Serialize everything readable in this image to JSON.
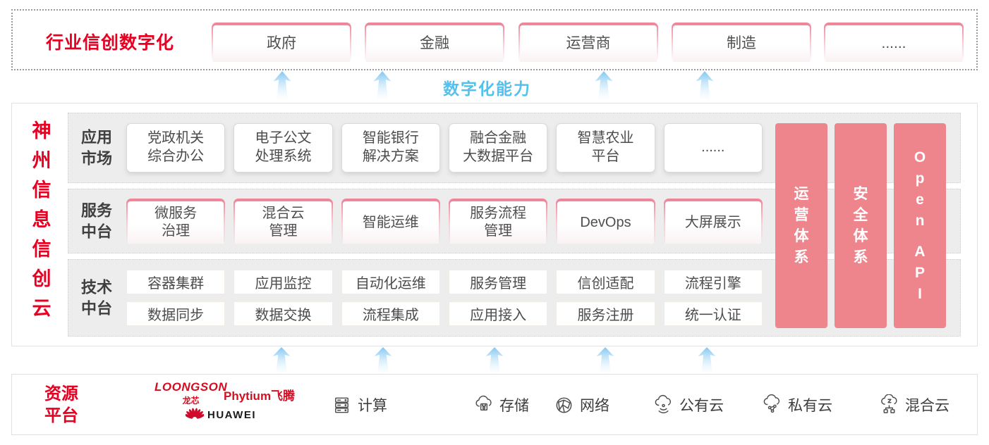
{
  "top_banner": {
    "label": "行业信创数字化",
    "industries": [
      "政府",
      "金融",
      "运营商",
      "制造",
      "......"
    ]
  },
  "capability_label": "数字化能力",
  "platform": {
    "title": "神州信息信创云",
    "rows": [
      {
        "label": "应用\n市场",
        "style": "shadow",
        "items": [
          "党政机关\n综合办公",
          "电子公文\n处理系统",
          "智能银行\n解决方案",
          "融合金融\n大数据平台",
          "智慧农业\n平台",
          "......"
        ]
      },
      {
        "label": "服务\n中台",
        "style": "pinktop",
        "items": [
          "微服务\n治理",
          "混合云\n管理",
          "智能运维",
          "服务流程\n管理",
          "DevOps",
          "大屏展示"
        ]
      },
      {
        "label": "技术\n中台",
        "style": "plain",
        "item_rows": [
          [
            "容器集群",
            "应用监控",
            "自动化运维",
            "服务管理",
            "信创适配",
            "流程引擎"
          ],
          [
            "数据同步",
            "数据交换",
            "流程集成",
            "应用接入",
            "服务注册",
            "统一认证"
          ]
        ]
      }
    ],
    "pillars": [
      "运营体系",
      "安全体系",
      "Open API"
    ]
  },
  "resource_platform": {
    "label": "资源\n平台",
    "vendors": [
      {
        "name": "LOONGSON",
        "sub": "龙芯"
      },
      {
        "name": "Phytium飞腾",
        "sub": ""
      },
      {
        "name": "HUAWEI",
        "sub": ""
      }
    ],
    "resources": [
      {
        "icon": "compute-icon",
        "label": "计算"
      },
      {
        "icon": "storage-icon",
        "label": "存储"
      },
      {
        "icon": "network-icon",
        "label": "网络"
      },
      {
        "icon": "public-cloud-icon",
        "label": "公有云"
      },
      {
        "icon": "private-cloud-icon",
        "label": "私有云"
      },
      {
        "icon": "hybrid-cloud-icon",
        "label": "混合云"
      }
    ]
  },
  "colors": {
    "brand_red": "#e60021",
    "pillar_pink": "#ee858d",
    "capability_blue": "#53c1f0"
  }
}
